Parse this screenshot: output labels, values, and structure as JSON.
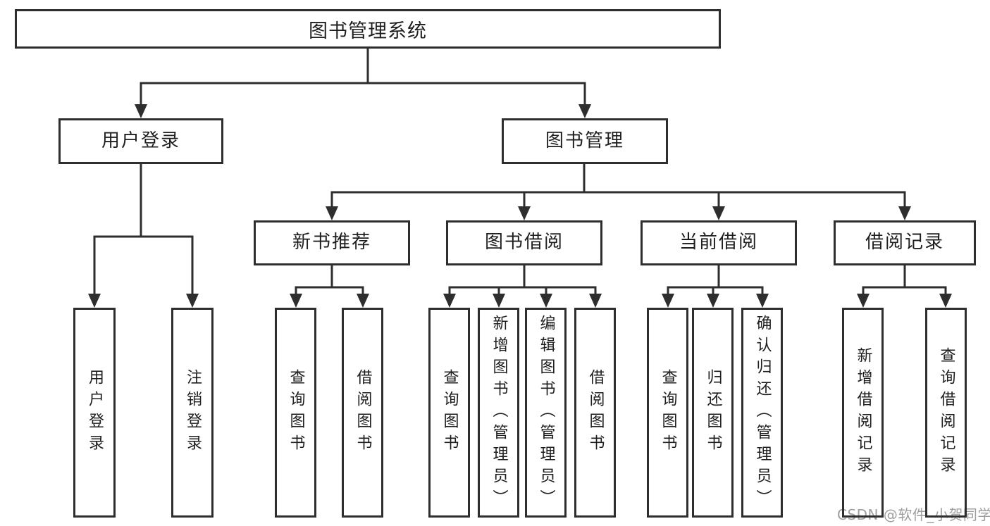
{
  "diagram": {
    "type": "hierarchy-diagram",
    "title": "图书管理系统",
    "nodes": {
      "root": "图书管理系统",
      "user_login": "用户登录",
      "book_mgmt": "图书管理",
      "new_book_rec": "新书推荐",
      "book_borrow": "图书借阅",
      "current_borrow": "当前借阅",
      "borrow_record": "借阅记录",
      "leaf_user_login": "用户登录",
      "leaf_logout": "注销登录",
      "leaf_rec_query_book": "查询图书",
      "leaf_rec_borrow_book": "借阅图书",
      "leaf_bor_query_book": "查询图书",
      "leaf_bor_add_book": "新增图书（管理员）",
      "leaf_bor_edit_book": "编辑图书（管理员）",
      "leaf_bor_borrow_book": "借阅图书",
      "leaf_cur_query_book": "查询图书",
      "leaf_cur_return_book": "归还图书",
      "leaf_cur_confirm_return": "确认归还（管理员）",
      "leaf_log_add_record": "新增借阅记录",
      "leaf_log_query_record": "查询借阅记录"
    },
    "tree": {
      "图书管理系统": {
        "用户登录": [
          "用户登录",
          "注销登录"
        ],
        "图书管理": {
          "新书推荐": [
            "查询图书",
            "借阅图书"
          ],
          "图书借阅": [
            "查询图书",
            "新增图书（管理员）",
            "编辑图书（管理员）",
            "借阅图书"
          ],
          "当前借阅": [
            "查询图书",
            "归还图书",
            "确认归还（管理员）"
          ],
          "借阅记录": [
            "新增借阅记录",
            "查询借阅记录"
          ]
        }
      }
    },
    "colors": {
      "line": "#2e2e2e",
      "text": "#1e1e1e",
      "box_fill": "#ffffff",
      "watermark": "#9e9e9e",
      "background": "#ffffff"
    }
  },
  "watermark": "CSDN @软件_小贺同学"
}
